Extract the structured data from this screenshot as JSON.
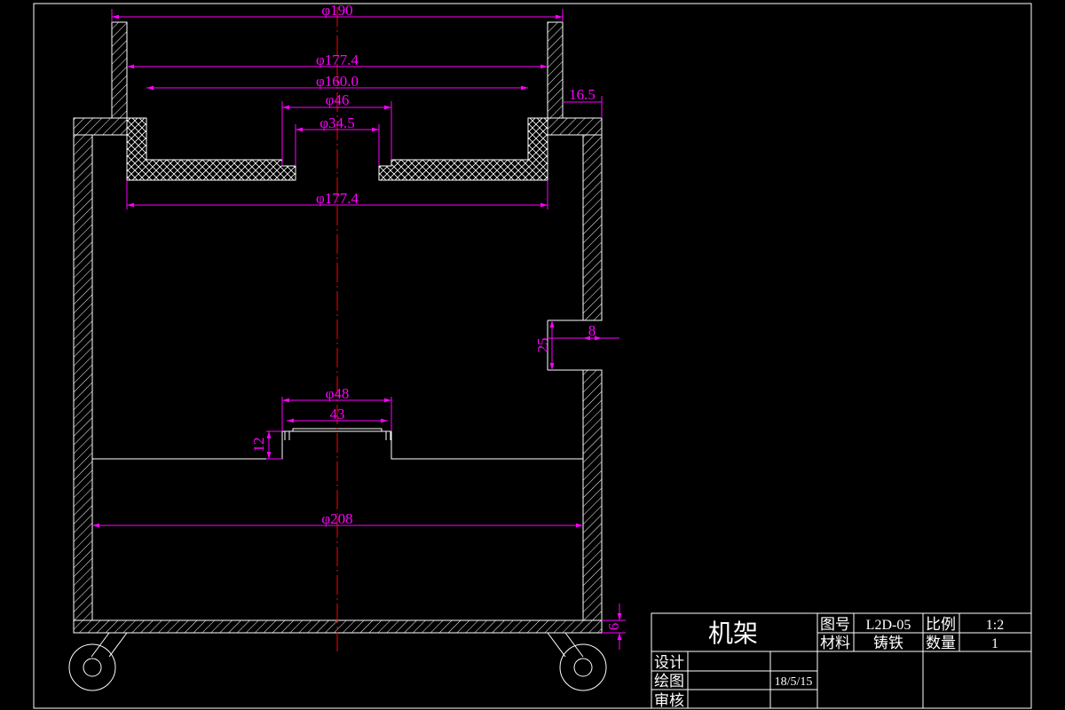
{
  "colors": {
    "background": "#000000",
    "outline": "#ffffff",
    "dimension": "#ff00ff",
    "centerline": "#ff0000"
  },
  "dimensions": {
    "outer_top_dia": "φ190",
    "inner_top_dia": "φ177.4",
    "cup_dia": "φ160.0",
    "boss_dia": "φ46",
    "bore_dia": "φ34.5",
    "insert_bottom_dia": "φ177.4",
    "wall_step": "16.5",
    "slot_depth": "8",
    "slot_height": "25",
    "seat_dia": "φ48",
    "seat_inner": "43",
    "seat_height": "12",
    "body_dia": "φ208",
    "base_thickness": "6"
  },
  "title_block": {
    "part_name": "机架",
    "drawing_no_label": "图号",
    "drawing_no": "L2D-05",
    "scale_label": "比例",
    "scale": "1:2",
    "material_label": "材料",
    "material": "铸铁",
    "quantity_label": "数量",
    "quantity": "1",
    "design_label": "设计",
    "drafting_label": "绘图",
    "review_label": "审核",
    "date": "18/5/15"
  }
}
